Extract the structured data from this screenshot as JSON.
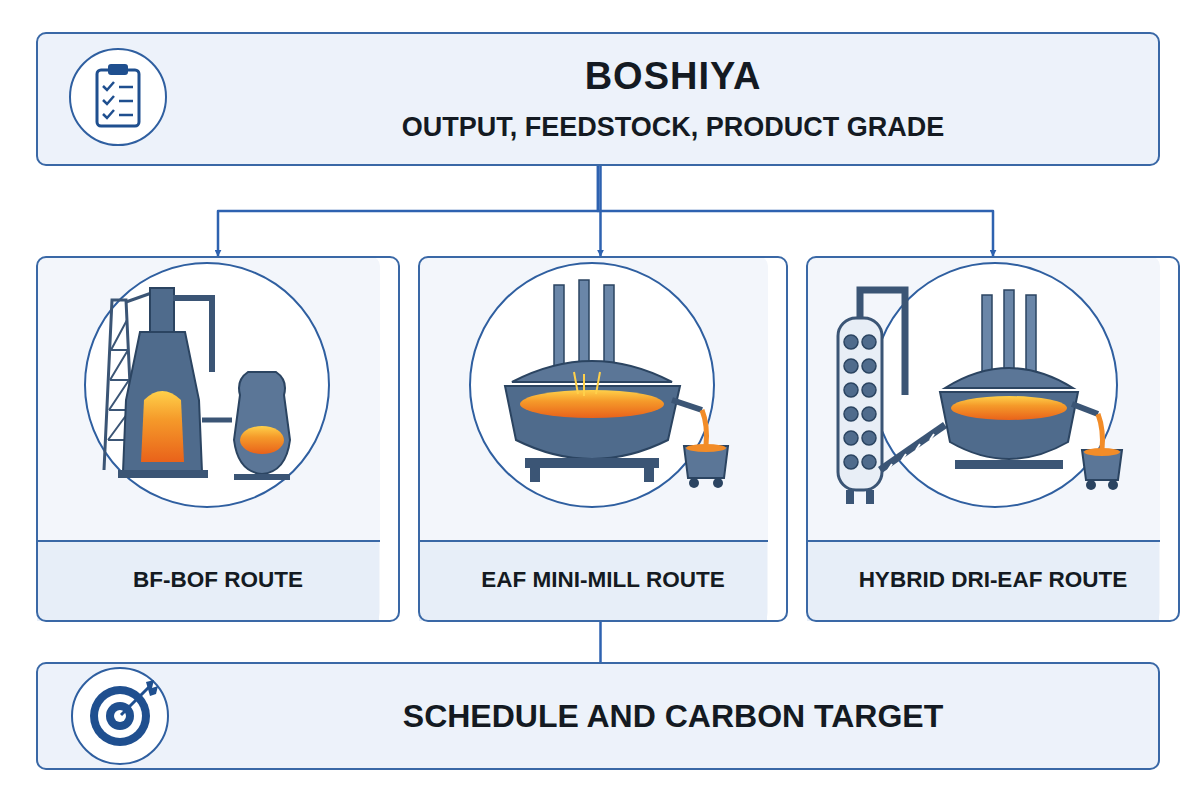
{
  "diagram": {
    "nodes": [
      {
        "text": [
          "BOSHIYA",
          "OUTPUT, FEEDSTOCK, PRODUCT GRADE"
        ]
      },
      {
        "text": [
          "BF-BOF ROUTE"
        ]
      },
      {
        "text": [
          "EAF MINI-MILL ROUTE"
        ]
      },
      {
        "text": [
          "HYBRID DRI-EAF ROUTE"
        ]
      },
      {
        "text": [
          "SCHEDULE AND CARBON TARGET"
        ]
      }
    ],
    "edges": [
      {
        "from": 0,
        "to": 1,
        "arrow": "to"
      },
      {
        "from": 0,
        "to": 2,
        "arrow": "to"
      },
      {
        "from": 0,
        "to": 3,
        "arrow": "to"
      },
      {
        "from": 2,
        "to": 4,
        "arrow": "none"
      }
    ]
  }
}
